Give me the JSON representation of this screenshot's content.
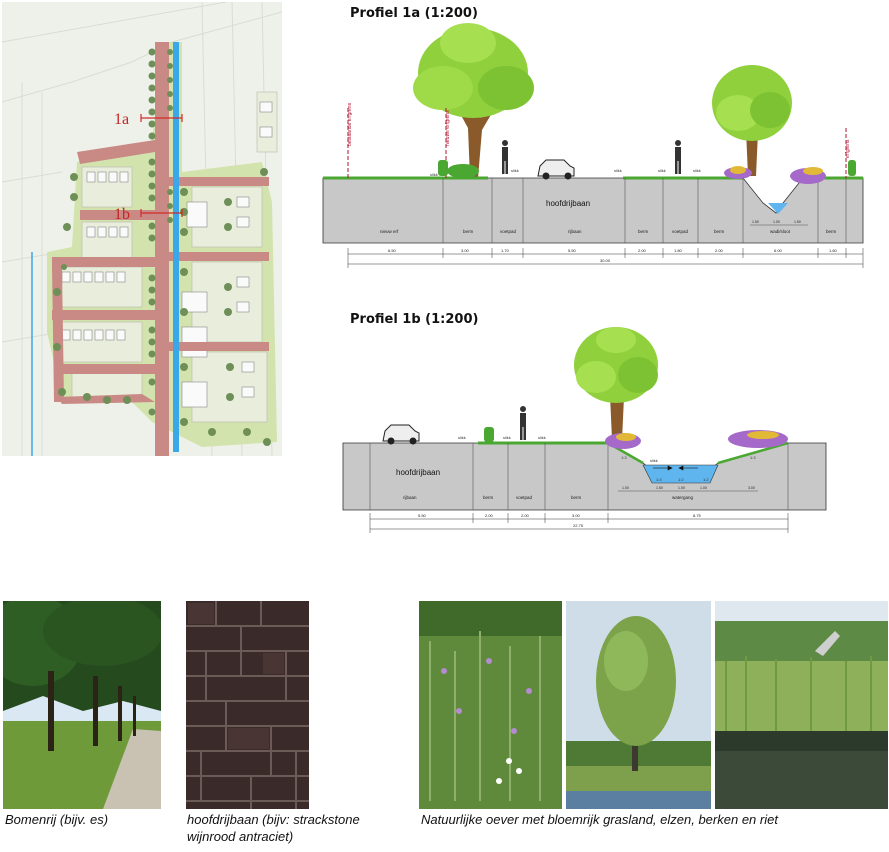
{
  "map": {
    "marker_1a": "1a",
    "marker_1b": "1b",
    "colors": {
      "canal": "#3aa7e8",
      "road": "#c98a86",
      "green": "#cfe0a6",
      "tree": "#6e8f57"
    }
  },
  "profile_1a": {
    "title": "Profiel 1a (1:200)",
    "main_label": "hoofdrijbaan",
    "zones": [
      "nieuw erf",
      "berm",
      "voetpad",
      "rijbaan",
      "berm",
      "voetpad",
      "berm",
      "wadi/sloot",
      "berm"
    ],
    "dims": [
      "6.50",
      "3.00",
      "1.70",
      "5.50",
      "2.00",
      "1.80",
      "2.00",
      "6.00",
      "1.60"
    ],
    "total": "30.00",
    "edge_left": "bestaande erfgrens",
    "edge_mid": "nieuwe erfgrens",
    "edge_right": "erfgrens",
    "wadi_dims": [
      "1.50",
      "1.00",
      "1.50"
    ],
    "small_labels": [
      "slikk",
      "slikk",
      "slikk",
      "slikk",
      "slikk"
    ]
  },
  "profile_1b": {
    "title": "Profiel 1b (1:200)",
    "main_label": "hoofdrijbaan",
    "zones": [
      "rijbaan",
      "berm",
      "voetpad",
      "berm",
      "watergang"
    ],
    "dims": [
      "5.50",
      "2.00",
      "2.00",
      "3.00",
      "8.75"
    ],
    "total": "22.75",
    "water_dims": [
      "1.00",
      "1.50",
      "1.00",
      "1.00",
      "3.00"
    ],
    "small_labels": [
      "slikk",
      "slikk",
      "slikk",
      "slikk"
    ],
    "slopes": [
      "1:3",
      "1:3",
      "1:2",
      "1:2",
      "1:3"
    ]
  },
  "captions": {
    "bomenrij": "Bomenrij (bijv. es)",
    "hoofdrijbaan": "hoofdrijbaan (bijv: strackstone wijnrood antraciet)",
    "oever": "Natuurlijke oever met bloemrijk grasland, elzen, berken en riet"
  }
}
